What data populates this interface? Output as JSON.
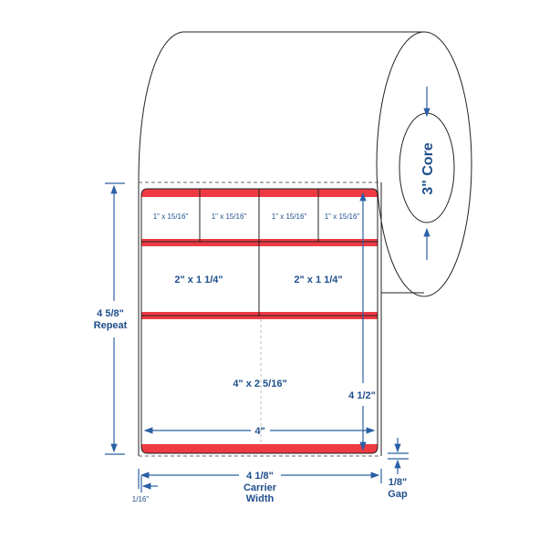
{
  "roll": {
    "core_label": "3\" Core"
  },
  "labels": {
    "small": [
      "1\" x 15/16\"",
      "1\" x 15/16\"",
      "1\" x 15/16\"",
      "1\" x 15/16\""
    ],
    "medium": [
      "2\" x 1 1/4\"",
      "2\" x 1 1/4\""
    ],
    "large": "4\" x 2 5/16\""
  },
  "dimensions": {
    "repeat_value": "4 5/8\"",
    "repeat_label": "Repeat",
    "height": "4 1/2\"",
    "label_width": "4\"",
    "carrier_value": "4 1/8\"",
    "carrier_label1": "Carrier",
    "carrier_label2": "Width",
    "edge": "1/16\"",
    "gap_value": "1/8\"",
    "gap_label": "Gap"
  },
  "colors": {
    "band": "#ee3a43",
    "dimension": "#1f4e8c"
  }
}
